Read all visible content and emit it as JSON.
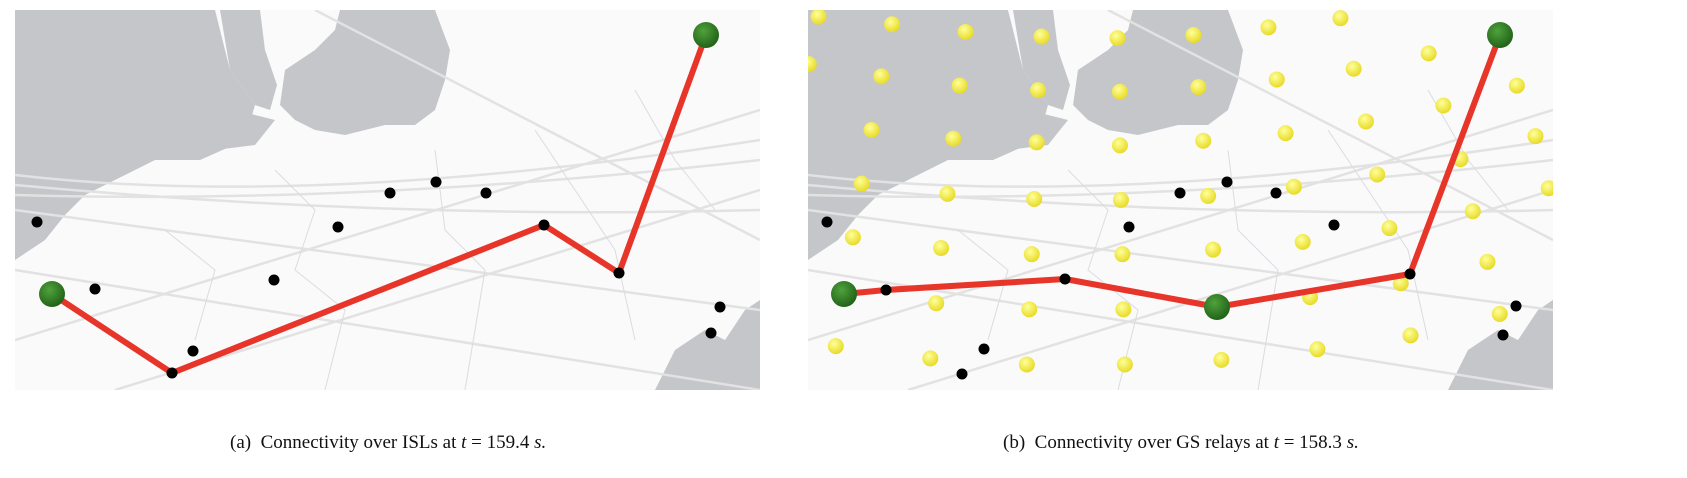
{
  "figure": {
    "panels": [
      {
        "label": "(a)",
        "caption_text": "Connectivity over ISLs at",
        "time_var": "t",
        "time_value": "= 159.4",
        "time_unit": "s.",
        "colors": {
          "path": "#e8352a",
          "endpoint": "#2f7d22",
          "satellite": "#000000",
          "land": "#c4c6ca"
        }
      },
      {
        "label": "(b)",
        "caption_text": "Connectivity over GS relays at",
        "time_var": "t",
        "time_value": "= 158.3",
        "time_unit": "s.",
        "colors": {
          "path": "#e8352a",
          "endpoint": "#2f7d22",
          "satellite": "#000000",
          "relay": "#f2ea3a",
          "land": "#c4c6ca"
        }
      }
    ]
  }
}
